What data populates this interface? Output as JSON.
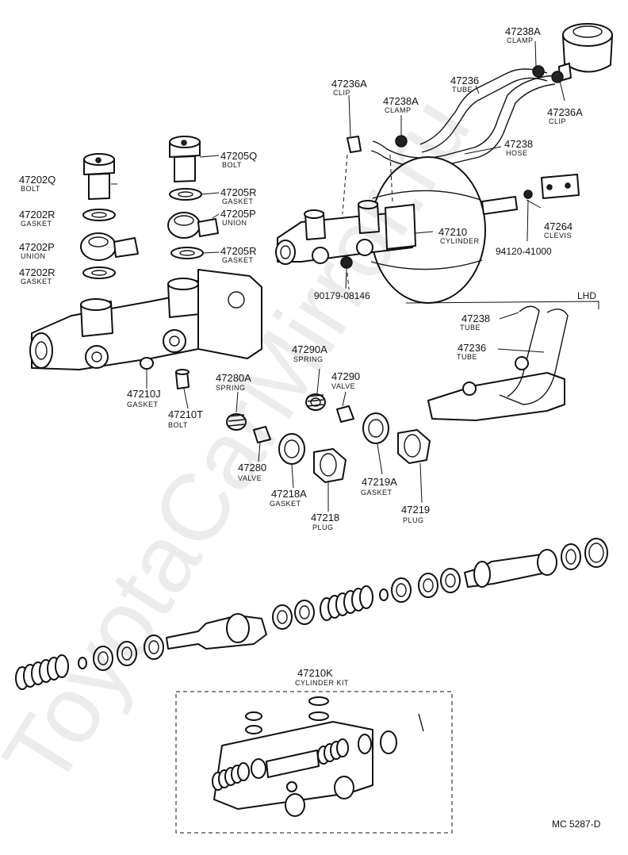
{
  "labels": {
    "l_47238A": {
      "num": "47238A",
      "name": "CLAMP"
    },
    "l_47236_top": {
      "num": "47236",
      "name": "TUBE"
    },
    "l_47236A_top": {
      "num": "47236A",
      "name": "CLIP"
    },
    "l_47238A_mid": {
      "num": "47238A",
      "name": "CLAMP"
    },
    "l_47236A_right": {
      "num": "47236A",
      "name": "CLIP"
    },
    "l_47238": {
      "num": "47238",
      "name": "HOSE"
    },
    "l_47205Q": {
      "num": "47205Q",
      "name": "BOLT"
    },
    "l_47202Q": {
      "num": "47202Q",
      "name": "BOLT"
    },
    "l_47205R_a": {
      "num": "47205R",
      "name": "GASKET"
    },
    "l_47205P": {
      "num": "47205P",
      "name": "UNION"
    },
    "l_47202R_a": {
      "num": "47202R",
      "name": "GASKET"
    },
    "l_47205R_b": {
      "num": "47205R",
      "name": "GASKET"
    },
    "l_47202P": {
      "num": "47202P",
      "name": "UNION"
    },
    "l_47202R_b": {
      "num": "47202R",
      "name": "GASKET"
    },
    "l_47210": {
      "num": "47210",
      "name": "CYLINDER"
    },
    "l_47264": {
      "num": "47264",
      "name": "CLEVIS"
    },
    "l_lhd_47238": {
      "num": "47238",
      "name": "TUBE"
    },
    "l_lhd_47236": {
      "num": "47236",
      "name": "TUBE"
    },
    "l_47290A": {
      "num": "47290A",
      "name": "SPRING"
    },
    "l_47290": {
      "num": "47290",
      "name": "VALVE"
    },
    "l_47280A": {
      "num": "47280A",
      "name": "SPRING"
    },
    "l_47210J": {
      "num": "47210J",
      "name": "GASKET"
    },
    "l_47210T": {
      "num": "47210T",
      "name": "BOLT"
    },
    "l_47280": {
      "num": "47280",
      "name": "VALVE"
    },
    "l_47218A": {
      "num": "47218A",
      "name": "GASKET"
    },
    "l_47219A": {
      "num": "47219A",
      "name": "GASKET"
    },
    "l_47219": {
      "num": "47219",
      "name": "PLUG"
    },
    "l_47218": {
      "num": "47218",
      "name": "PLUG"
    },
    "l_47210K": {
      "num": "47210K",
      "name": "CYLINDER KIT"
    }
  },
  "codes": {
    "c_94120": "94120-41000",
    "c_90179": "90179-08146",
    "lhd": "LHD",
    "ref": "MC 5287-D"
  },
  "watermark": "ToyotaCarMirror.ru"
}
